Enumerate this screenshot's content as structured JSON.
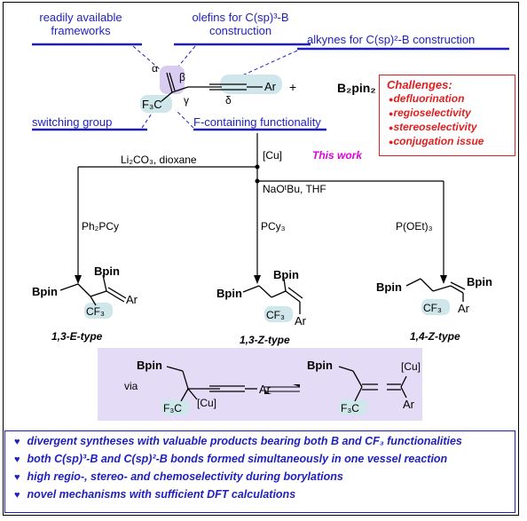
{
  "labels": {
    "readily": "readily available frameworks",
    "olefins": "olefins for C(sp)³-B construction",
    "alkynes": "alkynes for C(sp)²-B construction",
    "switching": "switching group",
    "fcontaining": "F-containing functionality"
  },
  "reagent": {
    "plus": "+",
    "b2pin2": "B₂pin₂"
  },
  "challenges": {
    "title": "Challenges:",
    "items": [
      "defluorination",
      "regioselectivity",
      "stereoselectivity",
      "conjugation issue"
    ]
  },
  "conditions": {
    "cu": "[Cu]",
    "this_work": "This work",
    "left_base": "Li₂CO₃, dioxane",
    "right_base": "NaOᵗBu, THF",
    "lig1": "Ph₂PCy",
    "lig2": "PCy₃",
    "lig3": "P(OEt)₃"
  },
  "products": {
    "p1": "1,3-E-type",
    "p2": "1,3-Z-type",
    "p3": "1,4-Z-type"
  },
  "via": {
    "label": "via"
  },
  "bottom": [
    "divergent syntheses with valuable products bearing both B and CF₃ functionalities",
    "both C(sp)³-B and C(sp)²-B bonds formed simultaneously in one vessel reaction",
    "high regio-, stereo- and chemoselectivity during borylations",
    "novel mechanisms with sufficient DFT calculations"
  ],
  "atoms": {
    "bpin": "Bpin",
    "cf3": "CF₃",
    "f3c": "F₃C",
    "ar": "Ar",
    "cu": "[Cu]",
    "alpha": "α",
    "beta": "β",
    "gamma": "γ",
    "delta": "δ"
  }
}
